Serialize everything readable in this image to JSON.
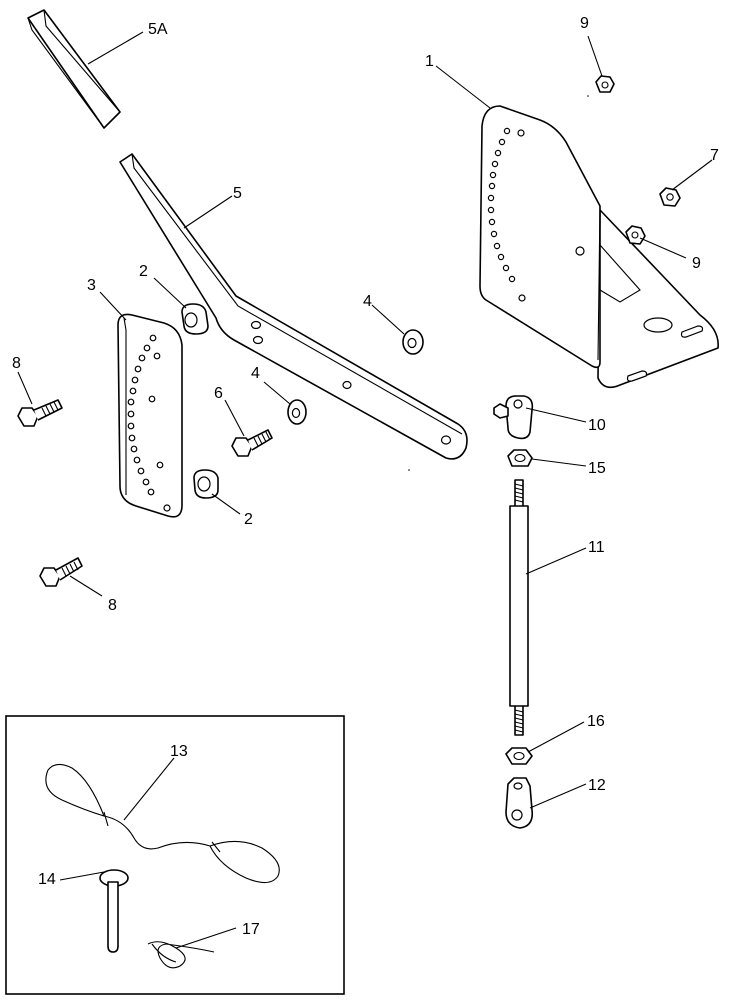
{
  "callouts": {
    "c1": "1",
    "c2a": "2",
    "c2b": "2",
    "c3": "3",
    "c4a": "4",
    "c4b": "4",
    "c5": "5",
    "c5a": "5A",
    "c6": "6",
    "c7": "7",
    "c8a": "8",
    "c8b": "8",
    "c9a": "9",
    "c9b": "9",
    "c10": "10",
    "c11": "11",
    "c12": "12",
    "c13": "13",
    "c14": "14",
    "c15": "15",
    "c16": "16",
    "c17": "17"
  }
}
